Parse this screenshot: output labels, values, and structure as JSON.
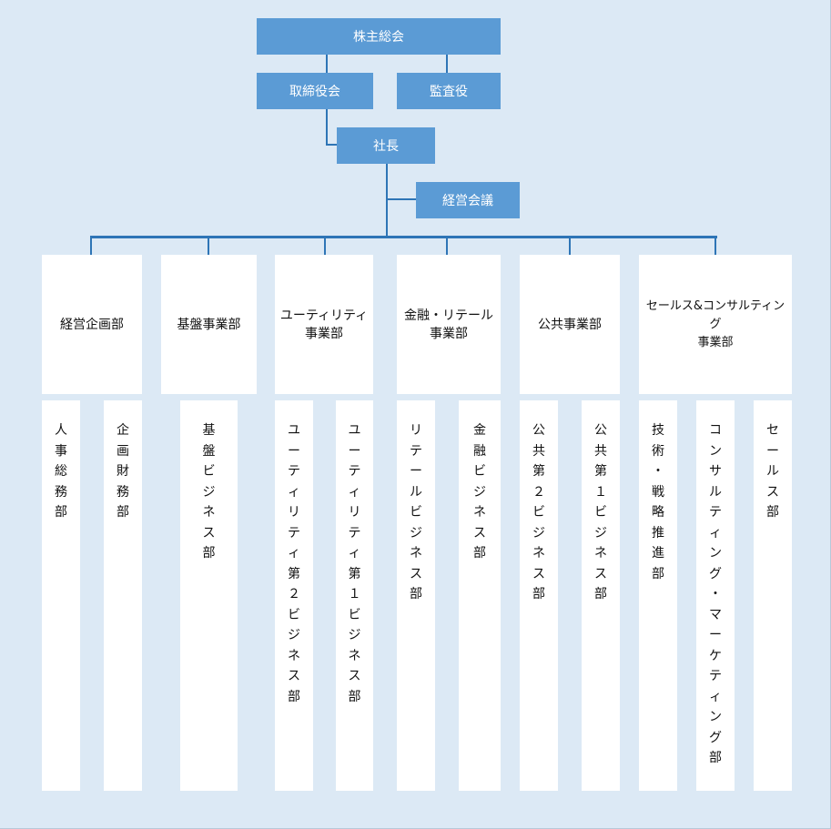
{
  "top": {
    "shareholders": "株主総会",
    "board": "取締役会",
    "auditor": "監査役",
    "president": "社長",
    "mgmt_meeting": "経営会議"
  },
  "departments": [
    {
      "line1": "経営企画部",
      "line2": "",
      "subs": [
        "人事総務部",
        "企画財務部"
      ]
    },
    {
      "line1": "基盤事業部",
      "line2": "",
      "subs": [
        "基盤ビジネス部"
      ]
    },
    {
      "line1": "ユーティリティ",
      "line2": "事業部",
      "subs": [
        "ユーティリティ第２ビジネス部",
        "ユーティリティ第１ビジネス部"
      ]
    },
    {
      "line1": "金融・リテール",
      "line2": "事業部",
      "subs": [
        "リテールビジネス部",
        "金融ビジネス部"
      ]
    },
    {
      "line1": "公共事業部",
      "line2": "",
      "subs": [
        "公共第２ビジネス部",
        "公共第１ビジネス部"
      ]
    },
    {
      "line1": "セールス&コンサルティング",
      "line2": "事業部",
      "subs": [
        "技術・戦略推進部",
        "コンサルティング・マーケティング部",
        "セールス部"
      ]
    }
  ]
}
